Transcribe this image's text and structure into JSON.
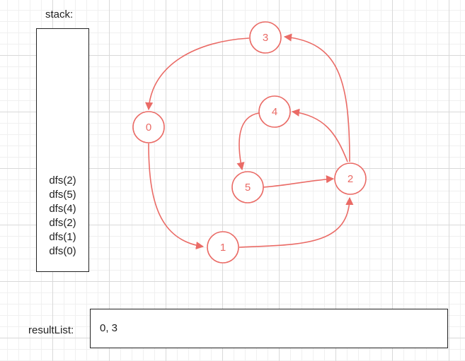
{
  "stack": {
    "label": "stack:",
    "items": [
      "dfs(2)",
      "dfs(5)",
      "dfs(4)",
      "dfs(2)",
      "dfs(1)",
      "dfs(0)"
    ]
  },
  "result": {
    "label": "resultList:",
    "value": "0, 3"
  },
  "graph": {
    "nodes": [
      {
        "id": "0",
        "label": "0"
      },
      {
        "id": "1",
        "label": "1"
      },
      {
        "id": "2",
        "label": "2"
      },
      {
        "id": "3",
        "label": "3"
      },
      {
        "id": "4",
        "label": "4"
      },
      {
        "id": "5",
        "label": "5"
      }
    ],
    "edges": [
      {
        "from": "0",
        "to": "1"
      },
      {
        "from": "1",
        "to": "2"
      },
      {
        "from": "2",
        "to": "3"
      },
      {
        "from": "3",
        "to": "0"
      },
      {
        "from": "2",
        "to": "4"
      },
      {
        "from": "4",
        "to": "5"
      },
      {
        "from": "5",
        "to": "2"
      }
    ],
    "color": "#ea6b66"
  }
}
